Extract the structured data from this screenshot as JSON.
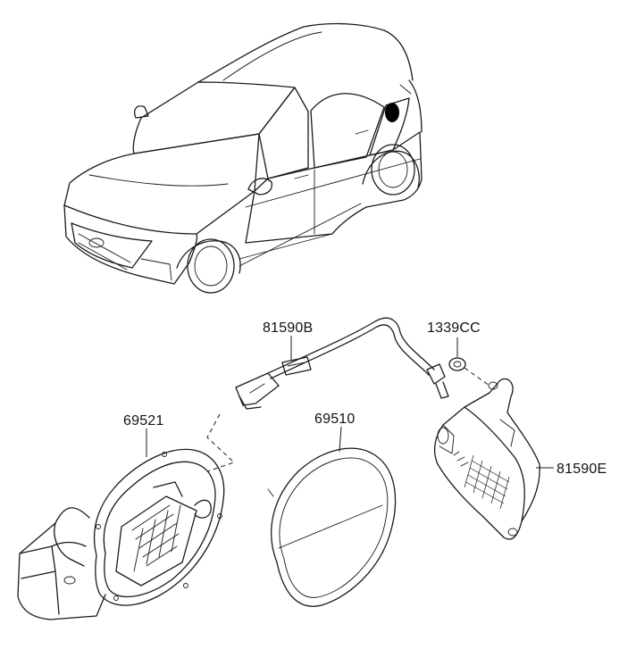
{
  "diagram": {
    "parts": [
      {
        "id": "cable",
        "label": "81590B"
      },
      {
        "id": "clip",
        "label": "1339CC"
      },
      {
        "id": "housing",
        "label": "69521"
      },
      {
        "id": "fuel_door",
        "label": "69510"
      },
      {
        "id": "actuator",
        "label": "81590E"
      }
    ],
    "highlight_color": "#000000",
    "line_color": "#1a1a1a"
  }
}
